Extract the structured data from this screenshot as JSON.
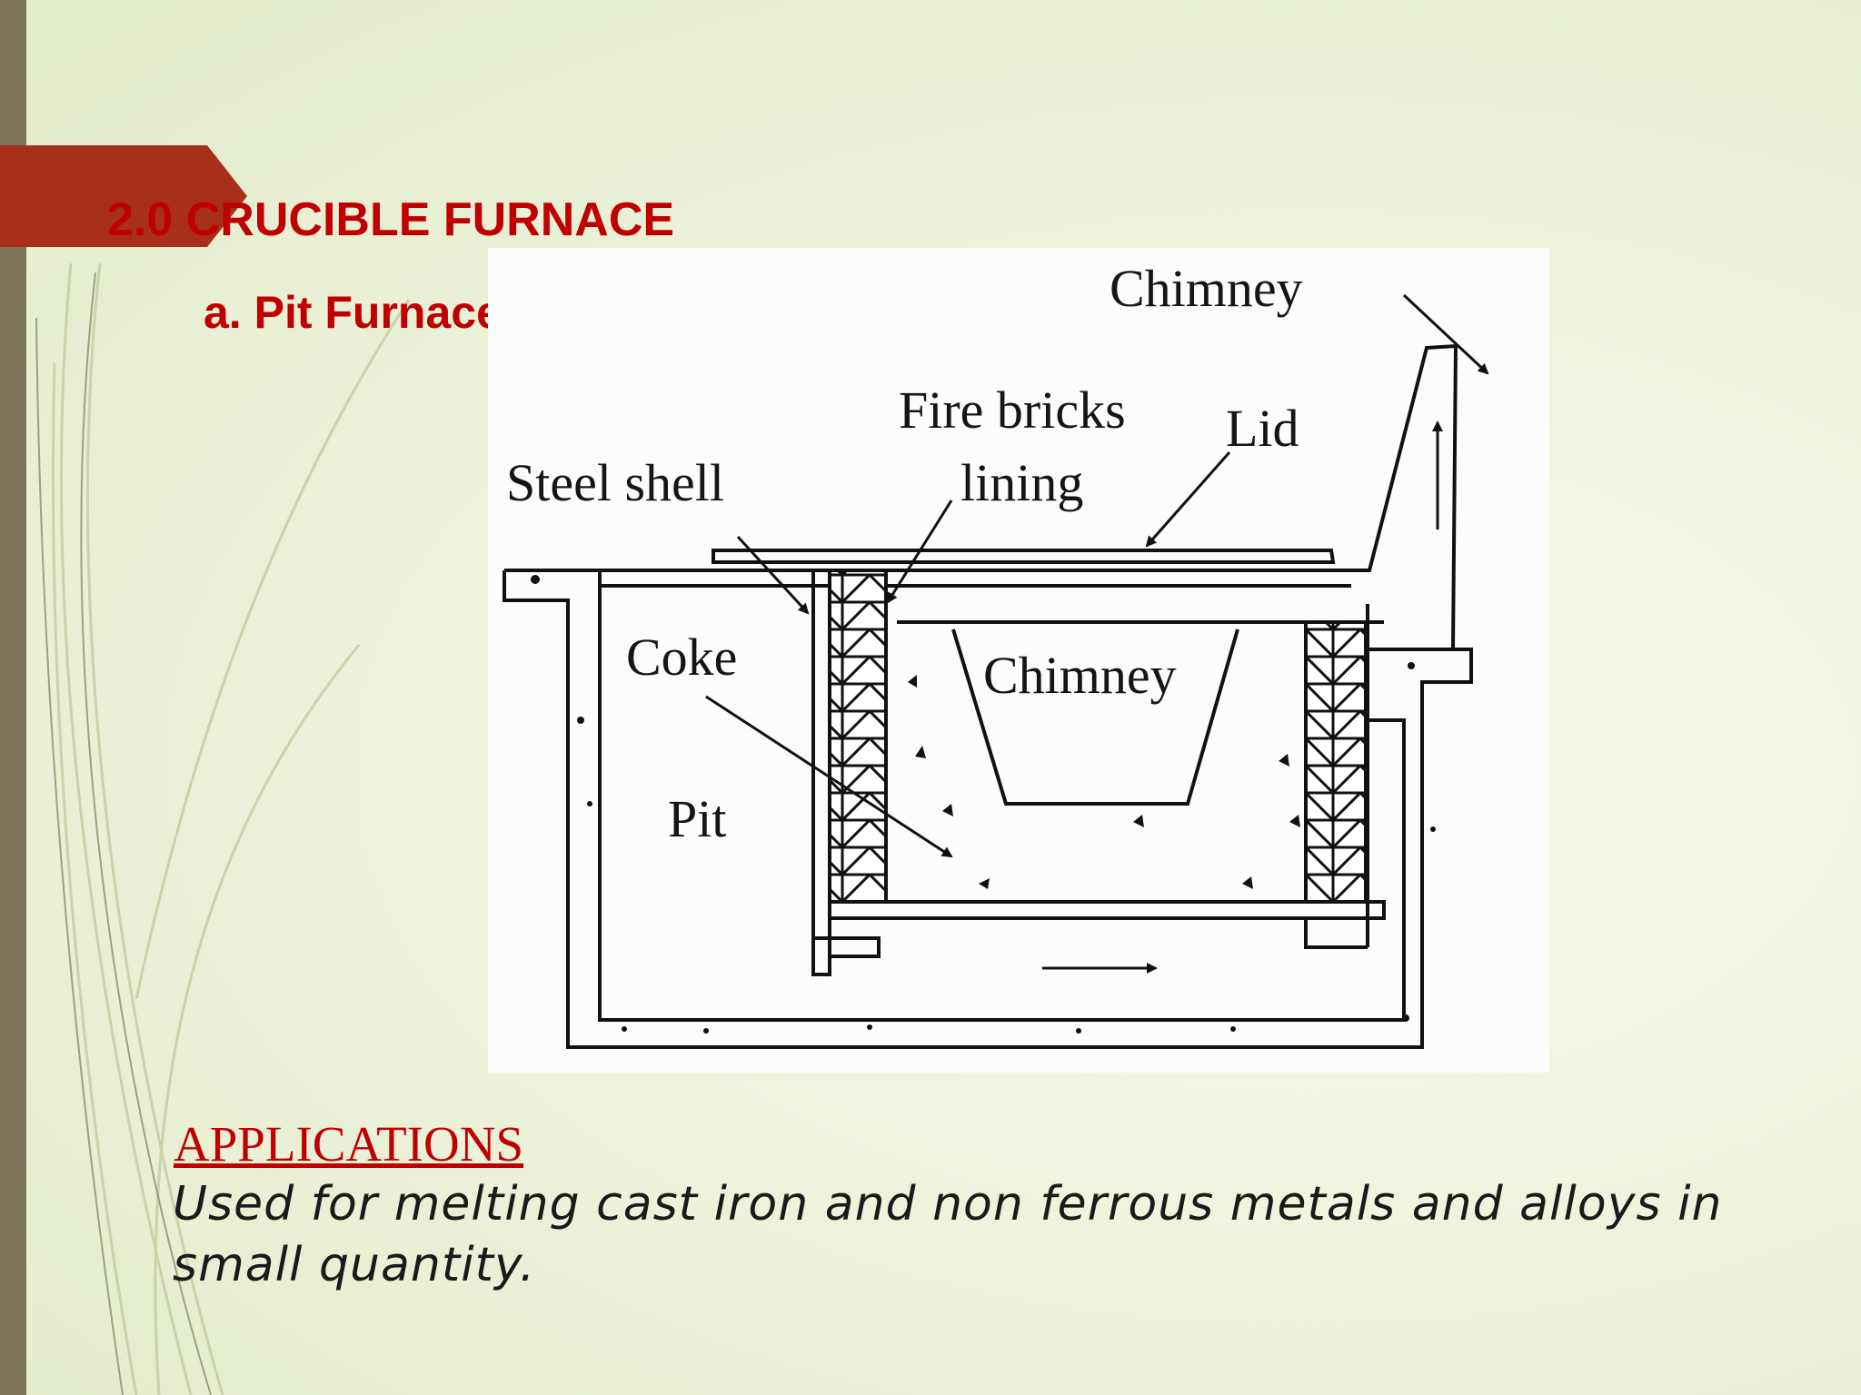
{
  "slide": {
    "title": "2.0 CRUCIBLE FURNACE",
    "subtitle": "a. Pit Furnace"
  },
  "diagram": {
    "labels": {
      "chimney_top": "Chimney",
      "fire_bricks": "Fire bricks",
      "lining": "lining",
      "lid": "Lid",
      "steel_shell": "Steel shell",
      "coke": "Coke",
      "chimney_crucible": "Chimney",
      "pit": "Pit"
    }
  },
  "applications": {
    "heading": "APPLICATIONS",
    "body": "Used for melting cast iron and non ferrous metals and alloys in small quantity."
  },
  "colors": {
    "accent_red": "#c00000",
    "tab_red": "#a8301a",
    "side_bar": "#7b7458"
  }
}
